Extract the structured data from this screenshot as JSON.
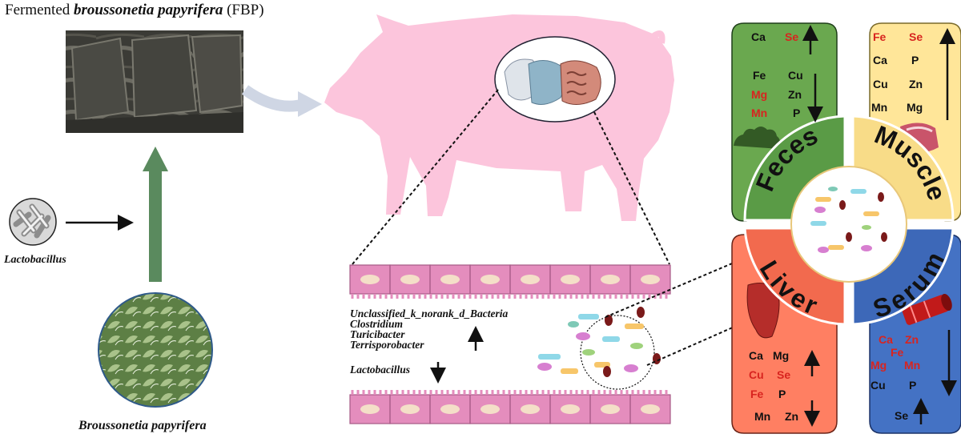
{
  "title": {
    "prefix": "Fermented ",
    "species": "broussonetia papyrifera",
    "suffix": " (FBP)"
  },
  "inputs": {
    "lactobacillus_label": "Lactobacillus",
    "plant_label": "Broussonetia papyrifera"
  },
  "intestine": {
    "bacteria_up": [
      "Unclassified_k_norank_d_Bacteria",
      "Clostridium",
      "Turicibacter",
      "Terrisporobacter"
    ],
    "bacteria_down": [
      "Lactobacillus"
    ]
  },
  "panels": {
    "feces": {
      "name": "Feces",
      "color": "#6aa84f",
      "up": [
        {
          "t": "Ca",
          "c": "black"
        },
        {
          "t": "Se",
          "c": "red"
        }
      ],
      "down": [
        {
          "t": "Fe",
          "c": "black"
        },
        {
          "t": "Cu",
          "c": "black"
        },
        {
          "t": "Mg",
          "c": "red"
        },
        {
          "t": "Zn",
          "c": "black"
        },
        {
          "t": "Mn",
          "c": "red"
        },
        {
          "t": "P",
          "c": "black"
        }
      ]
    },
    "muscle": {
      "name": "Muscle",
      "color": "#ffe699",
      "up": [
        {
          "t": "Fe",
          "c": "red"
        },
        {
          "t": "Se",
          "c": "red"
        },
        {
          "t": "Ca",
          "c": "black"
        },
        {
          "t": "P",
          "c": "black"
        },
        {
          "t": "Cu",
          "c": "black"
        },
        {
          "t": "Zn",
          "c": "black"
        },
        {
          "t": "Mn",
          "c": "black"
        },
        {
          "t": "Mg",
          "c": "black"
        }
      ]
    },
    "liver": {
      "name": "Liver",
      "color": "#ff7f62",
      "up": [
        {
          "t": "Ca",
          "c": "black"
        },
        {
          "t": "Mg",
          "c": "black"
        },
        {
          "t": "Cu",
          "c": "red"
        },
        {
          "t": "Se",
          "c": "red"
        }
      ],
      "down": [
        {
          "t": "Fe",
          "c": "red"
        },
        {
          "t": "P",
          "c": "black"
        },
        {
          "t": "Mn",
          "c": "black"
        },
        {
          "t": "Zn",
          "c": "black"
        }
      ]
    },
    "serum": {
      "name": "Serum",
      "color": "#4472c4",
      "down": [
        {
          "t": "Ca",
          "c": "red"
        },
        {
          "t": "Zn",
          "c": "red"
        },
        {
          "t": "Fe",
          "c": "red"
        },
        {
          "t": "Mg",
          "c": "red"
        },
        {
          "t": "Mn",
          "c": "red"
        },
        {
          "t": "Cu",
          "c": "black"
        },
        {
          "t": "P",
          "c": "black"
        }
      ],
      "up": [
        {
          "t": "Se",
          "c": "black"
        }
      ]
    }
  },
  "colors": {
    "pig": "#fcc5dc",
    "green_arrow": "#5a8a5e",
    "intestine": "#e48dbd",
    "red_text": "#d8241f"
  }
}
